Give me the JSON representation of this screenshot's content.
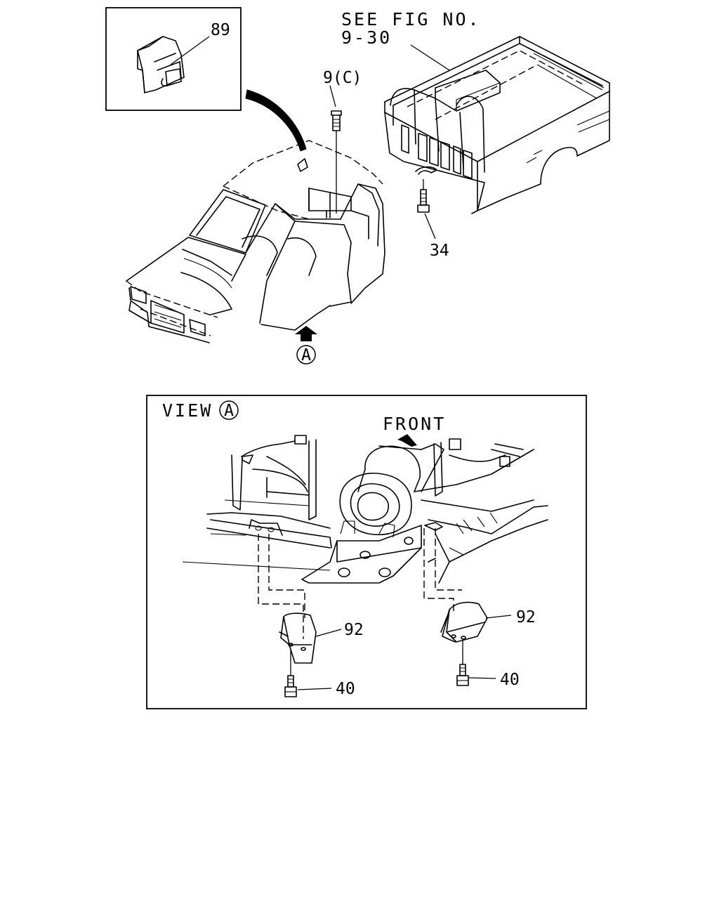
{
  "callouts": {
    "see_fig_line1": "SEE FIG NO.",
    "see_fig_line2": "9-30",
    "part_89": "89",
    "part_9c": "9(C)",
    "part_34": "34",
    "view_a_marker": "A",
    "view_title": "VIEW",
    "view_title_marker": "A",
    "front": "FRONT",
    "part_92_left": "92",
    "part_92_right": "92",
    "part_40_left": "40",
    "part_40_right": "40"
  }
}
